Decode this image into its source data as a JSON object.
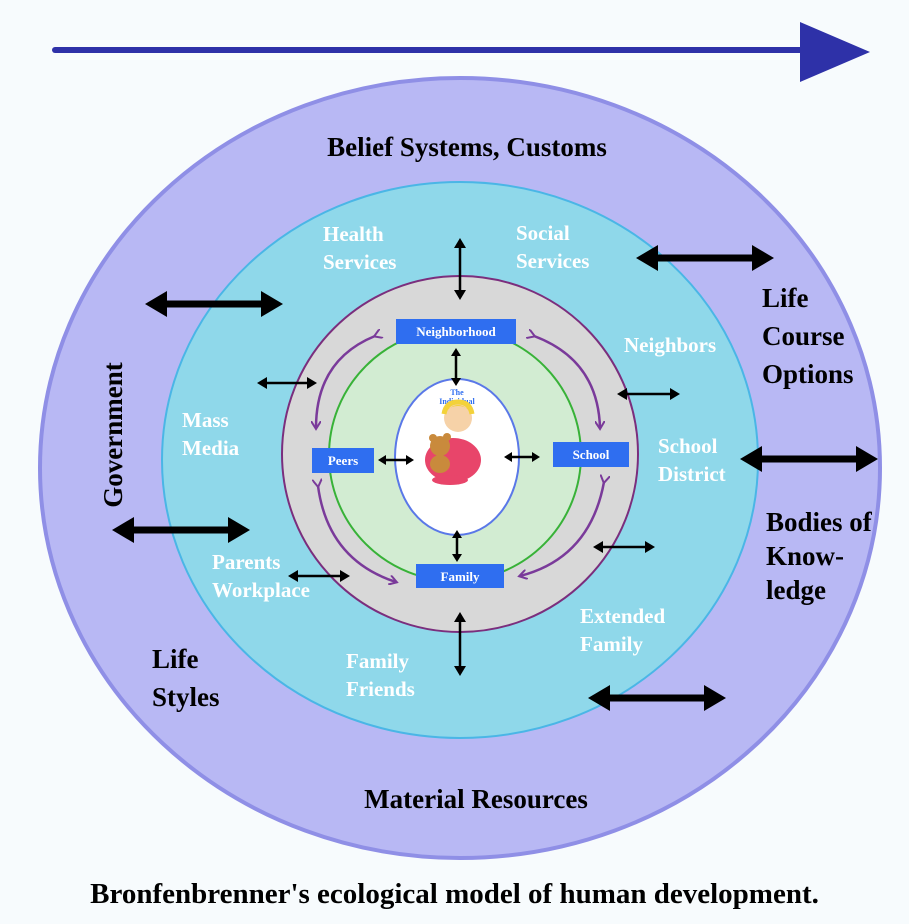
{
  "caption": "Bronfenbrenner's ecological model of human development.",
  "macrosystem": {
    "top": "Belief Systems, Customs",
    "left": "Government",
    "right_upper": [
      "Life",
      "Course",
      "Options"
    ],
    "right_lower": [
      "Bodies of",
      "Know-",
      "ledge"
    ],
    "lower_left": [
      "Life",
      "Styles"
    ],
    "bottom": "Material Resources"
  },
  "exosystem": {
    "health": [
      "Health",
      "Services"
    ],
    "social": [
      "Social",
      "Services"
    ],
    "neighbors": "Neighbors",
    "mass_media": [
      "Mass",
      "Media"
    ],
    "school_district": [
      "School",
      "District"
    ],
    "parents_workplace": [
      "Parents",
      "Workplace"
    ],
    "extended_family": [
      "Extended",
      "Family"
    ],
    "family_friends": [
      "Family",
      "Friends"
    ]
  },
  "microsystem": {
    "neighborhood": "Neighborhood",
    "peers": "Peers",
    "school": "School",
    "family": "Family"
  },
  "individual": [
    "The",
    "Individual"
  ],
  "colors": {
    "macro": "#b8b8f4",
    "exo": "#8fd8ea",
    "meso": "#d8d8d8",
    "micro": "#d2ecd2",
    "box": "#2f6ef0",
    "exo_text": "#ffffff",
    "arrow": "#000000",
    "curved_arrow": "#7a3a9a",
    "timeline": "#2e31a8"
  }
}
